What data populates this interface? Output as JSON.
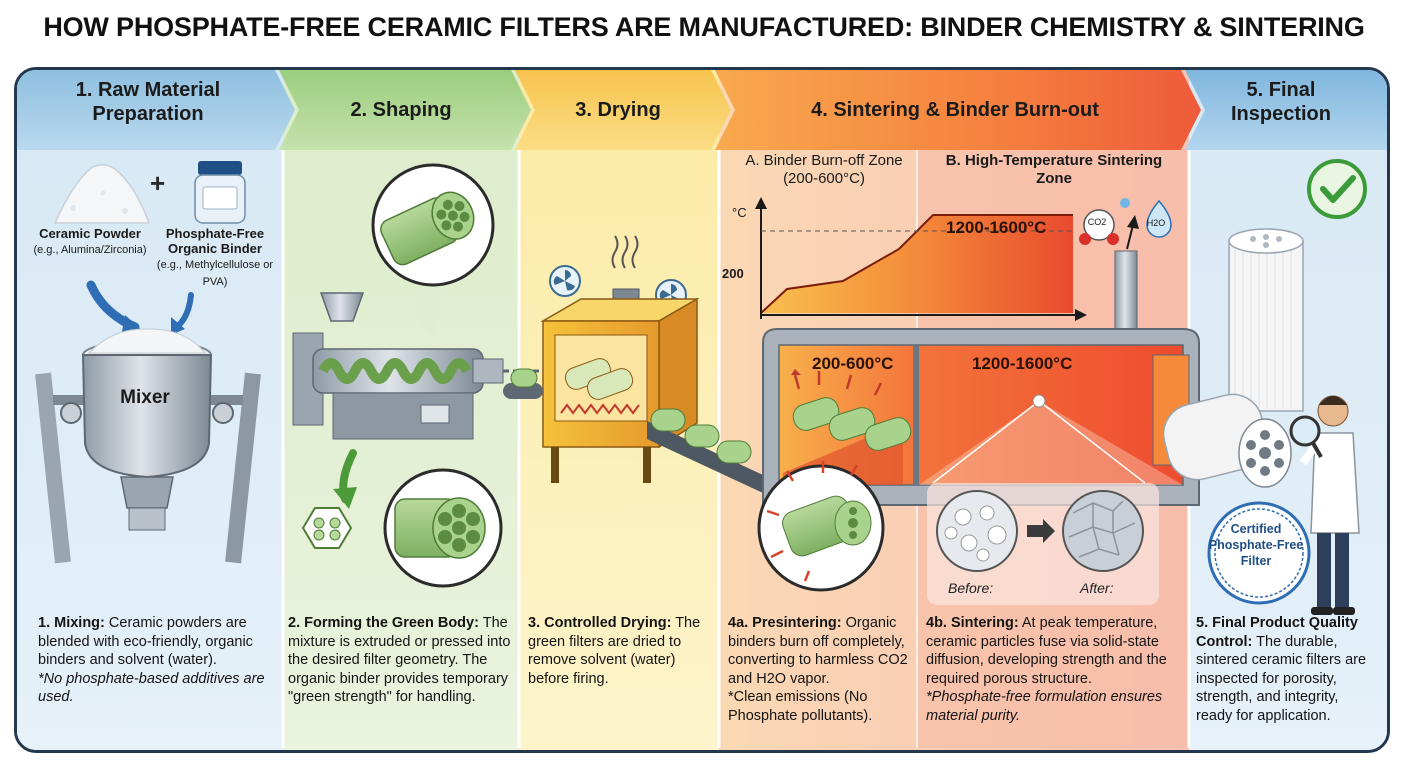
{
  "title": "HOW PHOSPHATE-FREE CERAMIC FILTERS ARE MANUFACTURED: BINDER CHEMISTRY & SINTERING",
  "stages": [
    {
      "label": "1. Raw Material Preparation",
      "desc_title": "1. Mixing:",
      "desc_body": "Ceramic powders are blended with eco-friendly, organic binders and solvent (water).",
      "desc_note": "*No phosphate-based additives are used."
    },
    {
      "label": "2. Shaping",
      "desc_title": "2. Forming the Green Body:",
      "desc_body": "The mixture is extruded or pressed into the desired filter geometry. The organic binder provides temporary \"green strength\" for handling."
    },
    {
      "label": "3. Drying",
      "desc_title": "3. Controlled Drying:",
      "desc_body": "The green filters are dried to remove solvent (water) before firing."
    },
    {
      "label": "4. Sintering & Binder Burn-out",
      "sub_a": "A. Binder Burn-off Zone (200-600°C)",
      "sub_b": "B. High-Temperature Sintering Zone",
      "desc_a_title": "4a. Presintering:",
      "desc_a_body": "Organic binders burn off completely, converting to harmless CO2 and H2O vapor.",
      "desc_a_note": "*Clean emissions (No Phosphate pollutants).",
      "desc_b_title": "4b. Sintering:",
      "desc_b_body": "At peak temperature, ceramic particles fuse via solid-state diffusion, developing strength and the required porous structure.",
      "desc_b_note": "*Phosphate-free formulation ensures material purity."
    },
    {
      "label": "5. Final Inspection",
      "desc_title": "5. Final Product Quality Control:",
      "desc_body": "The durable, sintered ceramic filters are inspected for porosity, strength, and integrity, ready for application."
    }
  ],
  "materials": {
    "powder_name": "Ceramic Powder",
    "powder_example": "(e.g., Alumina/Zirconia)",
    "plus": "+",
    "binder_name": "Phosphate-Free Organic Binder",
    "binder_example": "(e.g., Methylcellulose or PVA)",
    "mixer": "Mixer"
  },
  "chart": {
    "y_unit": "°C",
    "y_tick": "200",
    "peak_label": "1200-1600°C"
  },
  "kiln": {
    "zone_a_temp": "200-600°C",
    "zone_b_temp": "1200-1600°C",
    "before": "Before:",
    "after": "After:"
  },
  "emissions": {
    "co2": "CO2",
    "h2o": "H2O"
  },
  "badge": {
    "line1": "Certified",
    "line2": "Phosphate-Free",
    "line3": "Filter"
  },
  "colors": {
    "raw": "#d3e6f3",
    "shaping": "#dcecc9",
    "drying": "#fbeaa6",
    "sinter": "#f6a24d",
    "final": "#d3e6f3",
    "border": "#23384f"
  }
}
